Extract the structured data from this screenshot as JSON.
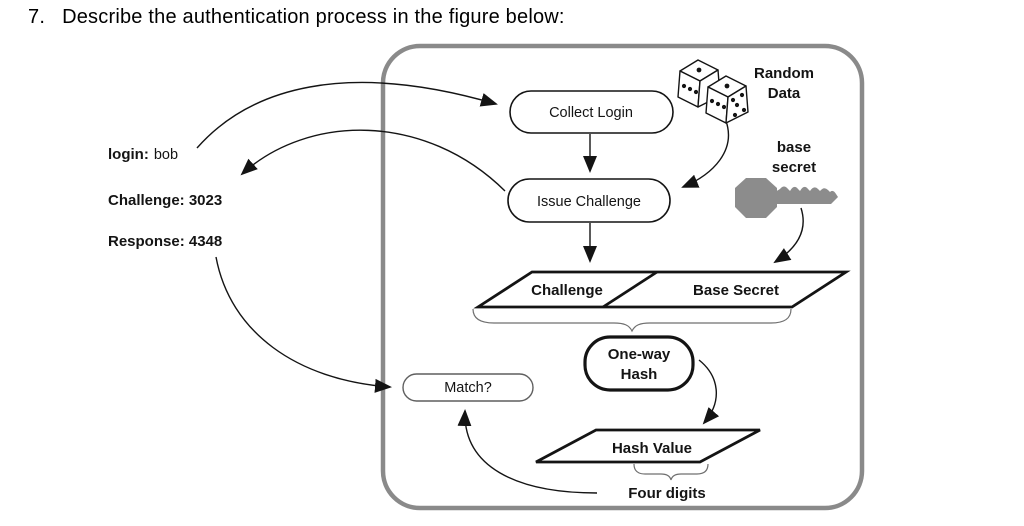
{
  "title": {
    "number": "7.",
    "text": "Describe the authentication process in the figure below:"
  },
  "client": {
    "login_key": "login:",
    "login_value": "bob",
    "challenge": "Challenge: 3023",
    "response": "Response: 4348"
  },
  "system": {
    "collect_login": "Collect Login",
    "issue_challenge": "Issue Challenge",
    "match": "Match?",
    "data_fields": {
      "challenge": "Challenge",
      "base_secret": "Base Secret"
    },
    "one_way_hash": {
      "line1": "One-way",
      "line2": "Hash"
    },
    "hash_value": "Hash Value",
    "four_digits": "Four digits"
  },
  "annotations": {
    "random_data": {
      "line1": "Random",
      "line2": "Data"
    },
    "base_secret": {
      "line1": "base",
      "line2": "secret"
    }
  },
  "icons": {
    "dice": "dice-icon",
    "key": "key-icon"
  },
  "colors": {
    "border_gray": "#8a8a8a",
    "ink": "#141414",
    "key_gray": "#8c8c8c",
    "match_border": "#5f5f5f",
    "brace": "#6f6f6f"
  }
}
